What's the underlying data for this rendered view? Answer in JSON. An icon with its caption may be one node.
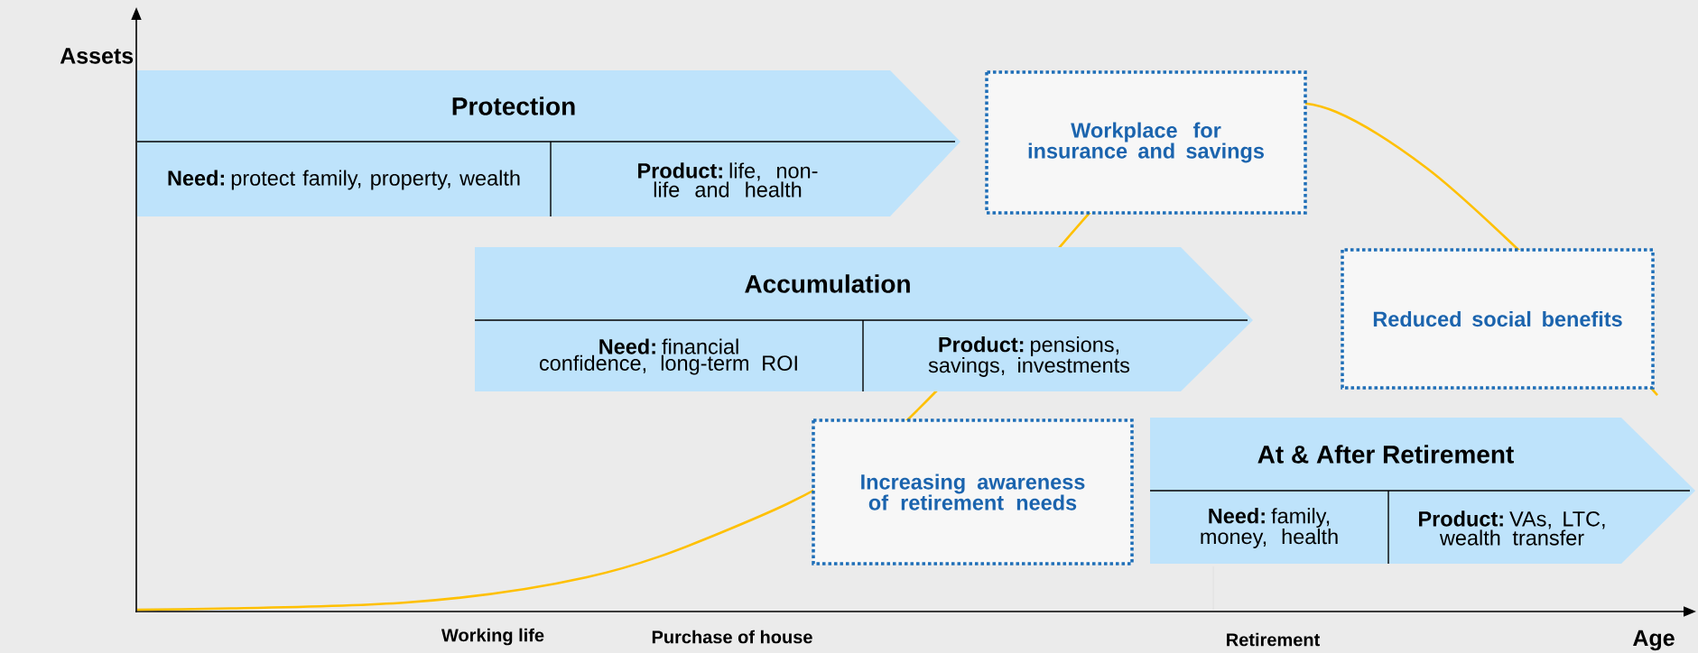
{
  "diagram": {
    "nodes": [
      {
        "text": [
          "Protection",
          "**Need:** protect family, property, wealth",
          "**Product:** life, non-life and health"
        ]
      },
      {
        "text": [
          "Workplace for insurance and savings"
        ]
      },
      {
        "text": [
          "Accumulation",
          "**Need:** financial confidence, long-term ROI",
          "**Product:** pensions, savings, investments"
        ]
      },
      {
        "text": [
          "Reduced social benefits"
        ]
      },
      {
        "text": [
          "Increasing awareness of retirement needs"
        ]
      },
      {
        "text": [
          "At & After Retirement",
          "**Need:** family, money, health",
          "**Product:** VAs, LTC, wealth transfer"
        ]
      }
    ],
    "edges": [],
    "labels": [
      "Assets",
      "Working life",
      "Purchase of house",
      "Retirement",
      "Age"
    ]
  }
}
